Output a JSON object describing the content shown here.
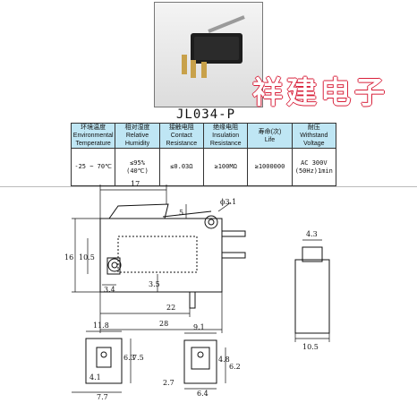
{
  "brand": "祥建电子",
  "model": "JL034-P",
  "spec": {
    "headers": [
      {
        "cn": "环境温度",
        "en": "Environmental Temperature"
      },
      {
        "cn": "相对湿度",
        "en": "Relative Humidity"
      },
      {
        "cn": "接触电阻",
        "en": "Contact Resistance"
      },
      {
        "cn": "绝缘电阻",
        "en": "Insulation Resistance"
      },
      {
        "cn": "寿命(次)",
        "en": "Life"
      },
      {
        "cn": "耐压",
        "en": "Withstand Voltage"
      }
    ],
    "values": [
      [
        "-25 ~ 70℃"
      ],
      [
        "≤95%",
        "(40℃)"
      ],
      [
        "≤0.03Ω"
      ],
      [
        "≥100MΩ"
      ],
      [
        "≥1000000"
      ],
      [
        "AC 300V",
        "(50Hz)1min"
      ]
    ],
    "header_color": "#bfe6f4"
  },
  "dims": {
    "d17": "17",
    "d5": "5",
    "d31": "ϕ3.1",
    "d16": "16",
    "d105": "10.5",
    "d34": "3.4",
    "d35": "3.5",
    "d22": "22",
    "d28": "28",
    "d43": "4.3",
    "d105b": "10.5",
    "d118": "11.8",
    "d63": "6.3",
    "d75": "7.5",
    "d41": "4.1",
    "d77": "7.7",
    "d91": "9.1",
    "d48": "4.8",
    "d62": "6.2",
    "d27": "2.7",
    "d64": "6.4"
  }
}
